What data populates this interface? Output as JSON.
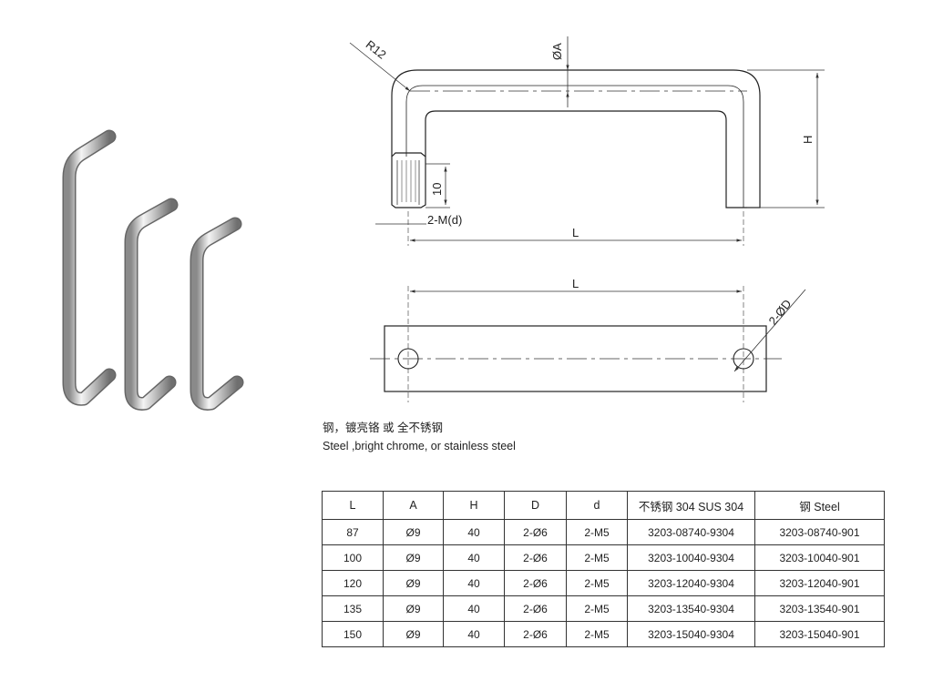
{
  "drawing": {
    "dim_radius": "R12",
    "dim_diameter_a": "ØA",
    "dim_height": "H",
    "dim_thread_depth": "10",
    "dim_thread": "2-M(d)",
    "dim_length_side": "L",
    "dim_length_top": "L",
    "dim_holes": "2-ØD"
  },
  "caption": {
    "material_cn": "钢，镀亮铬 或 全不锈钢",
    "material_en": "Steel ,bright chrome, or stainless steel"
  },
  "table": {
    "headers": [
      "L",
      "A",
      "H",
      "D",
      "d",
      "不锈钢 304 SUS 304",
      "钢 Steel"
    ],
    "rows": [
      [
        "87",
        "Ø9",
        "40",
        "2-Ø6",
        "2-M5",
        "3203-08740-9304",
        "3203-08740-901"
      ],
      [
        "100",
        "Ø9",
        "40",
        "2-Ø6",
        "2-M5",
        "3203-10040-9304",
        "3203-10040-901"
      ],
      [
        "120",
        "Ø9",
        "40",
        "2-Ø6",
        "2-M5",
        "3203-12040-9304",
        "3203-12040-901"
      ],
      [
        "135",
        "Ø9",
        "40",
        "2-Ø6",
        "2-M5",
        "3203-13540-9304",
        "3203-13540-901"
      ],
      [
        "150",
        "Ø9",
        "40",
        "2-Ø6",
        "2-M5",
        "3203-15040-9304",
        "3203-15040-901"
      ]
    ]
  }
}
